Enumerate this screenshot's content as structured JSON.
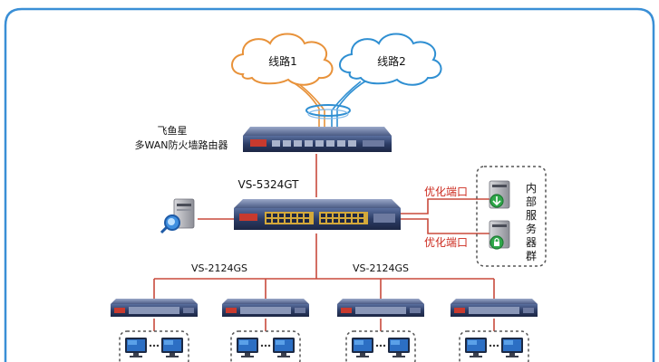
{
  "colors": {
    "frame": "#3a8fd6",
    "link": "#c84a3c",
    "device_body": "#2a3550",
    "device_face": "#3b4d78",
    "cloud_left": "#e8923a",
    "cloud_right": "#2f8fd2",
    "label_red": "#cc2a1e",
    "dashed_box": "#555555"
  },
  "clouds": {
    "left": {
      "label": "线路1"
    },
    "right": {
      "label": "线路2"
    }
  },
  "router": {
    "name_line1": "飞鱼星",
    "name_line2": "多WAN防火墙路由器"
  },
  "core_switch": {
    "model": "VS-5324GT"
  },
  "access_switches": {
    "left_label": "VS-2124GS",
    "right_label": "VS-2124GS",
    "count": 4
  },
  "optimized_ports": [
    {
      "label": "优化端口"
    },
    {
      "label": "优化端口"
    }
  ],
  "server_group": {
    "chars": [
      "内",
      "部",
      "服",
      "务",
      "器",
      "群"
    ]
  },
  "icons": {
    "management_pc": "search-server-icon",
    "server_top": "download-server-icon",
    "server_bottom": "lock-server-icon",
    "computer": "monitor-icon"
  }
}
